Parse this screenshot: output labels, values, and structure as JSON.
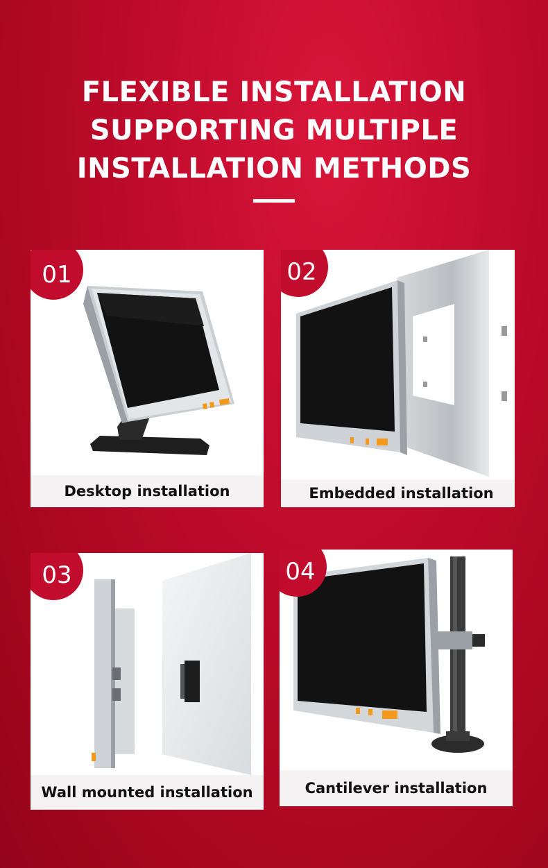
{
  "header": {
    "title_lines": [
      "FLEXIBLE INSTALLATION",
      "SUPPORTING MULTIPLE",
      "INSTALLATION METHODS"
    ]
  },
  "cards": [
    {
      "number": "01",
      "caption": "Desktop installation"
    },
    {
      "number": "02",
      "caption": "Embedded installation"
    },
    {
      "number": "03",
      "caption": "Wall mounted installation"
    },
    {
      "number": "04",
      "caption": "Cantilever installation"
    }
  ],
  "colors": {
    "brand_red": "#c20c2e",
    "button_orange": "#f39a1e",
    "caption_bg": "#f4f2f2"
  },
  "icons": [
    "desktop-monitor-icon",
    "embedded-monitor-icon",
    "wall-mount-monitor-icon",
    "cantilever-monitor-icon"
  ]
}
